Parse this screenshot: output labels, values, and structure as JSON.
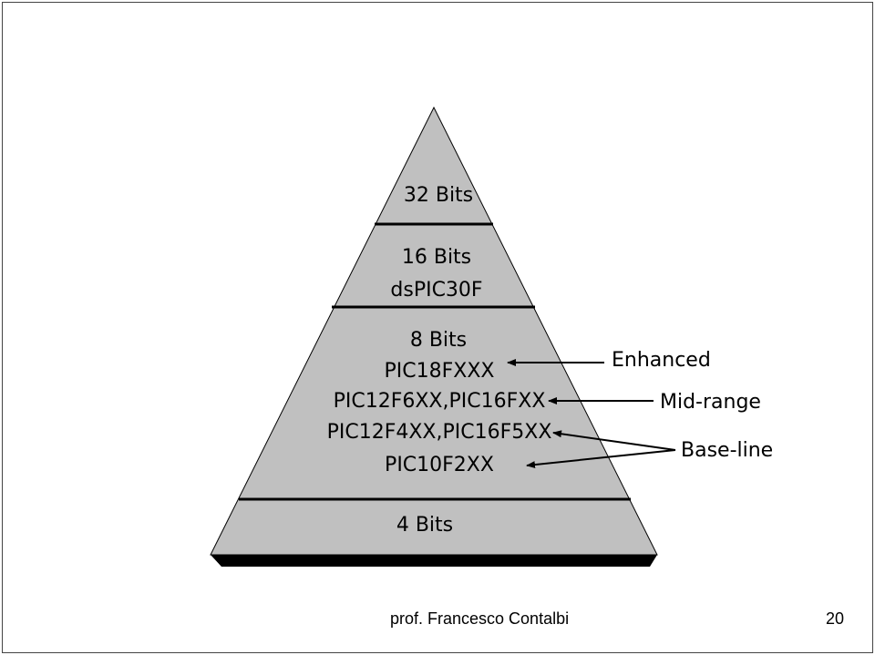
{
  "pyramid": {
    "tiers": [
      {
        "name": "32-bit",
        "lines": [
          "32 Bits"
        ]
      },
      {
        "name": "16-bit",
        "lines": [
          "16 Bits",
          "dsPIC30F"
        ]
      },
      {
        "name": "8-bit",
        "lines": [
          "8 Bits",
          "PIC18FXXX",
          "PIC12F6XX,PIC16FXX",
          "PIC12F4XX,PIC16F5XX",
          "PIC10F2XX"
        ]
      },
      {
        "name": "4-bit",
        "lines": [
          "4 Bits"
        ]
      }
    ],
    "fill_color": "#c0c0c0",
    "shadow_color": "#000000"
  },
  "callouts": {
    "enhanced": "Enhanced",
    "mid_range": "Mid-range",
    "base_line": "Base-line"
  },
  "footer": {
    "author": "prof. Francesco Contalbi",
    "page": "20"
  }
}
